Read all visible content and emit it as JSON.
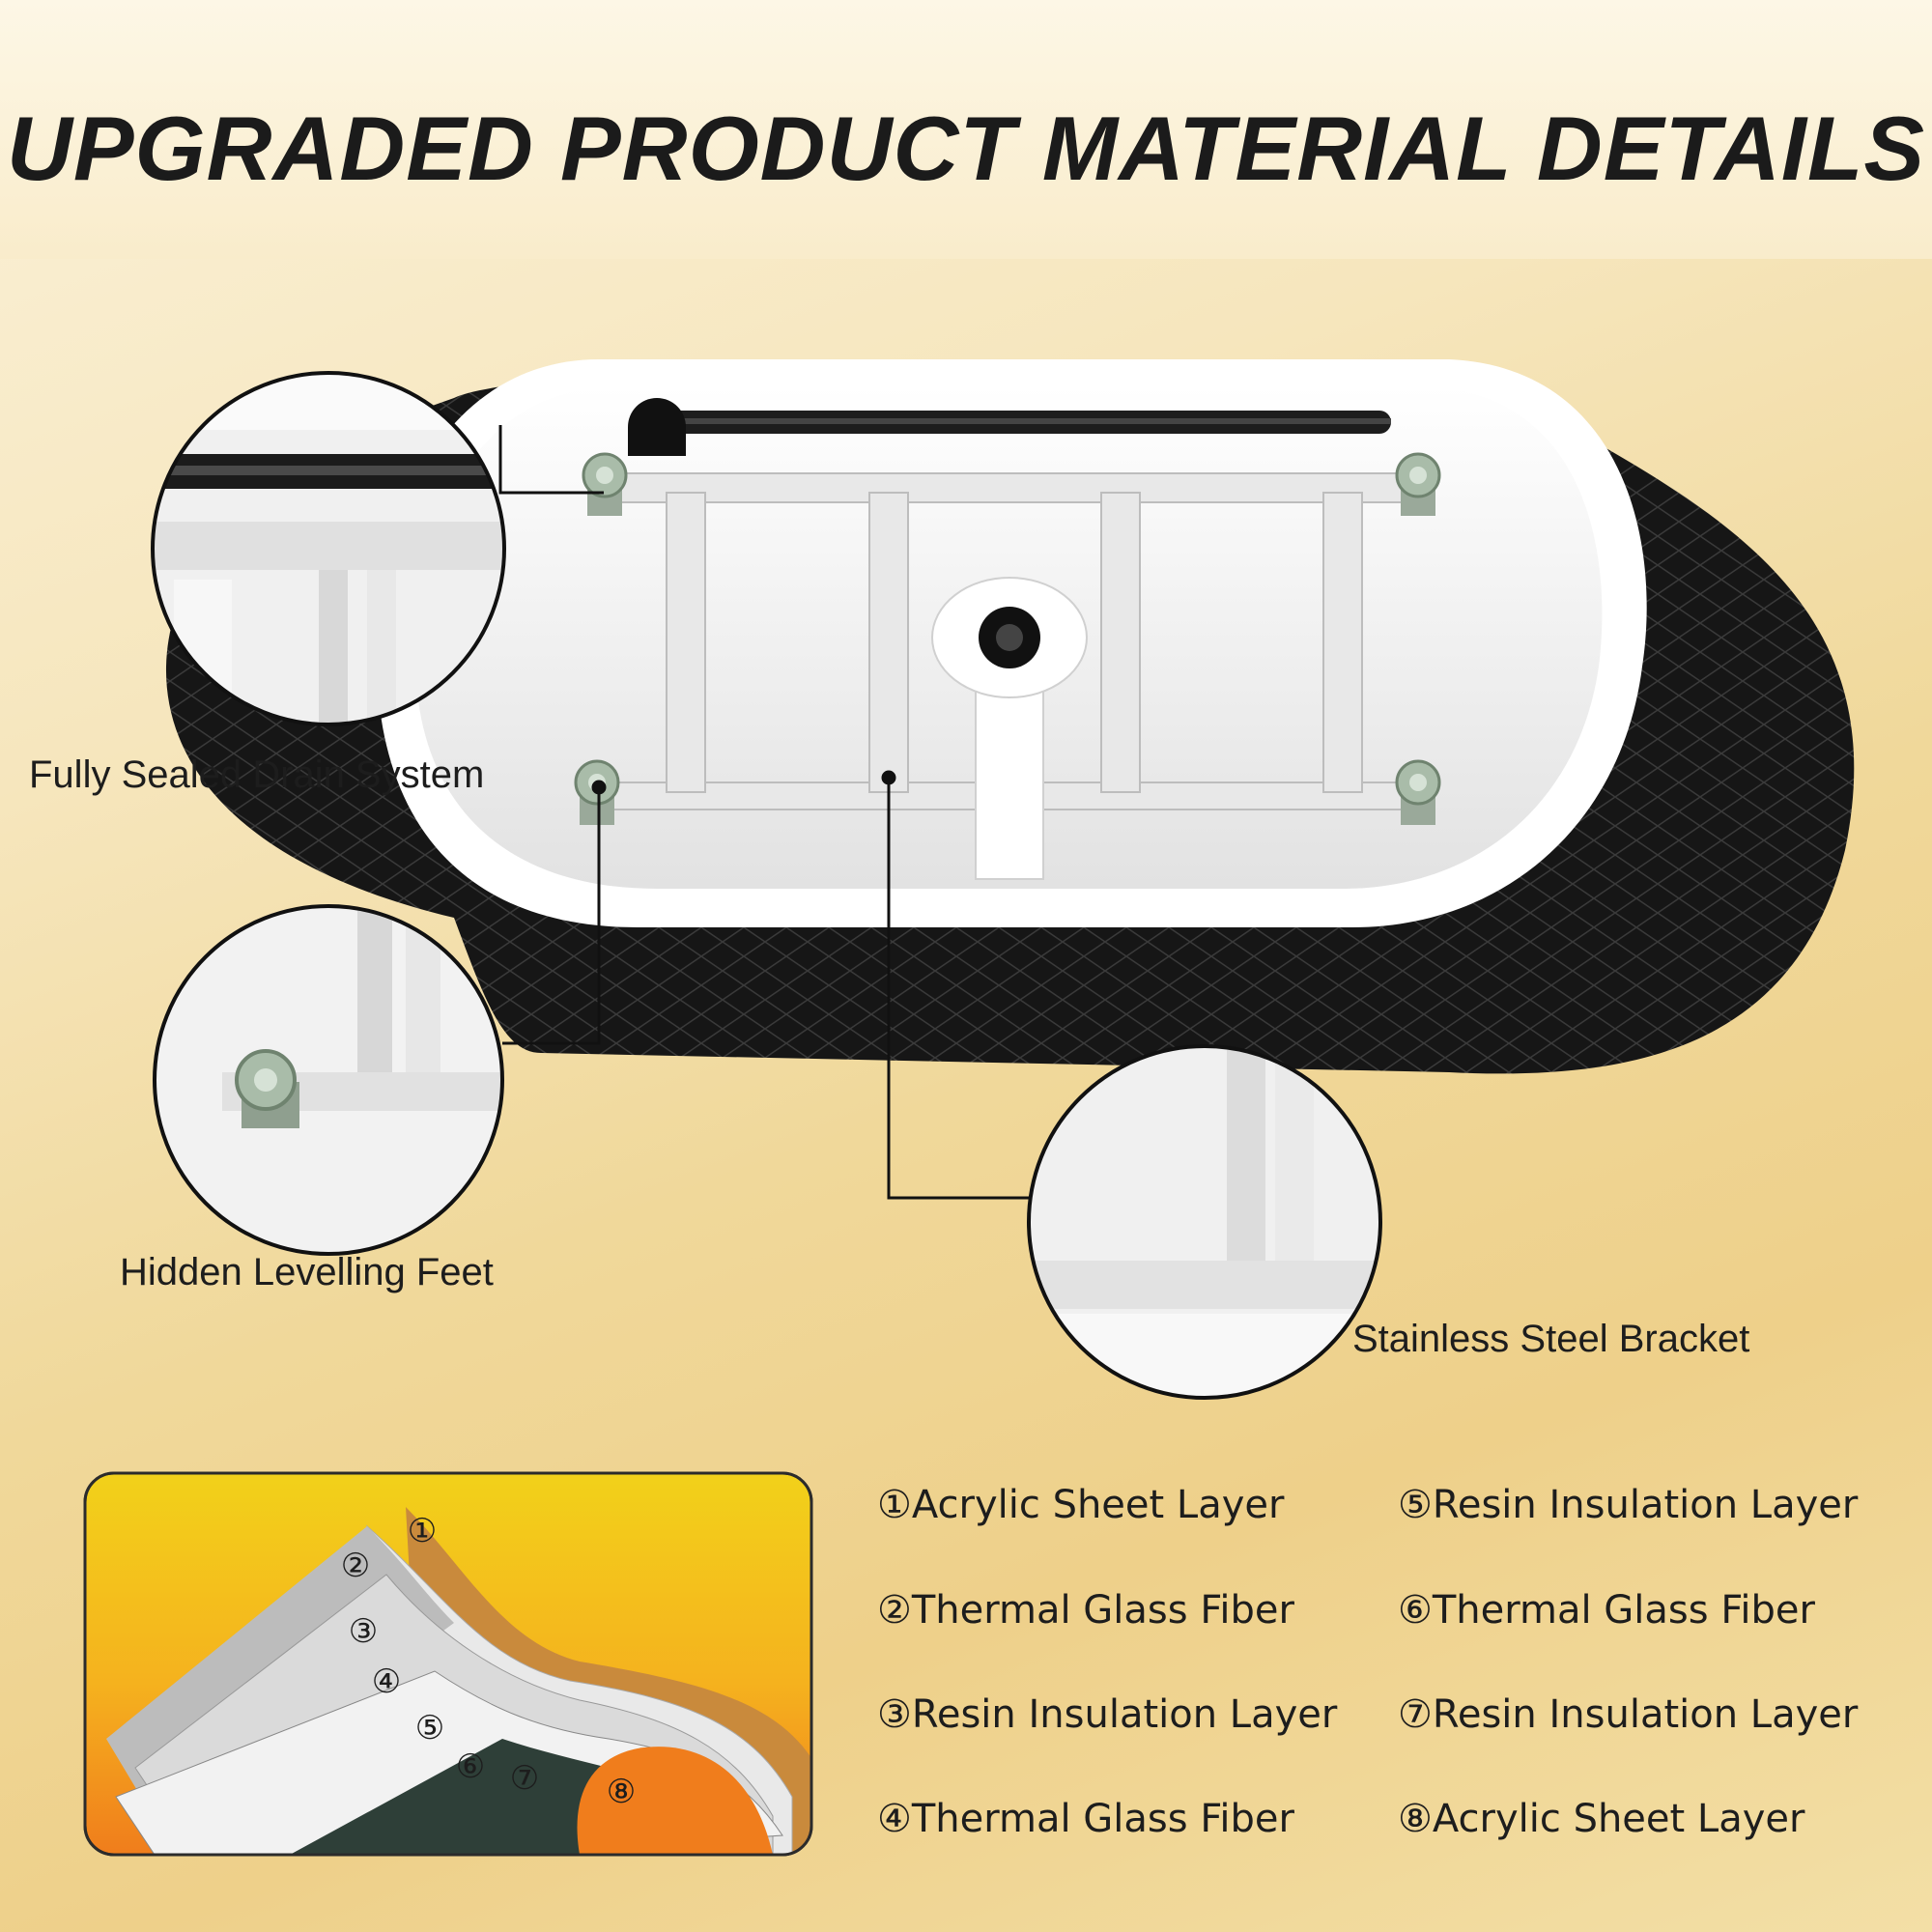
{
  "header": {
    "title": "UPGRADED PRODUCT MATERIAL DETAILS"
  },
  "callouts": {
    "drain": "Fully Sealed Drain System",
    "feet": "Hidden Levelling Feet",
    "bracket": "Stainless Steel Bracket"
  },
  "layers": [
    {
      "num": "①",
      "label": "Acrylic Sheet Layer"
    },
    {
      "num": "②",
      "label": "Thermal Glass Fiber"
    },
    {
      "num": "③",
      "label": "Resin Insulation Layer"
    },
    {
      "num": "④",
      "label": "Thermal Glass Fiber"
    },
    {
      "num": "⑤",
      "label": "Resin Insulation Layer"
    },
    {
      "num": "⑥",
      "label": "Thermal Glass Fiber"
    },
    {
      "num": "⑦",
      "label": "Resin Insulation Layer"
    },
    {
      "num": "⑧",
      "label": "Acrylic Sheet Layer"
    }
  ],
  "layer_diagram": {
    "markers": [
      "①",
      "②",
      "③",
      "④",
      "⑤",
      "⑥",
      "⑦",
      "⑧"
    ]
  },
  "colors": {
    "tub_shell": "#161616",
    "tub_interior": "#f4f4f4",
    "bracket": "#e6e6e6",
    "feet": "#9fb3a0",
    "panel_yellow": "#f2c81a",
    "panel_orange": "#f0801e",
    "text": "#1d1d1d"
  }
}
